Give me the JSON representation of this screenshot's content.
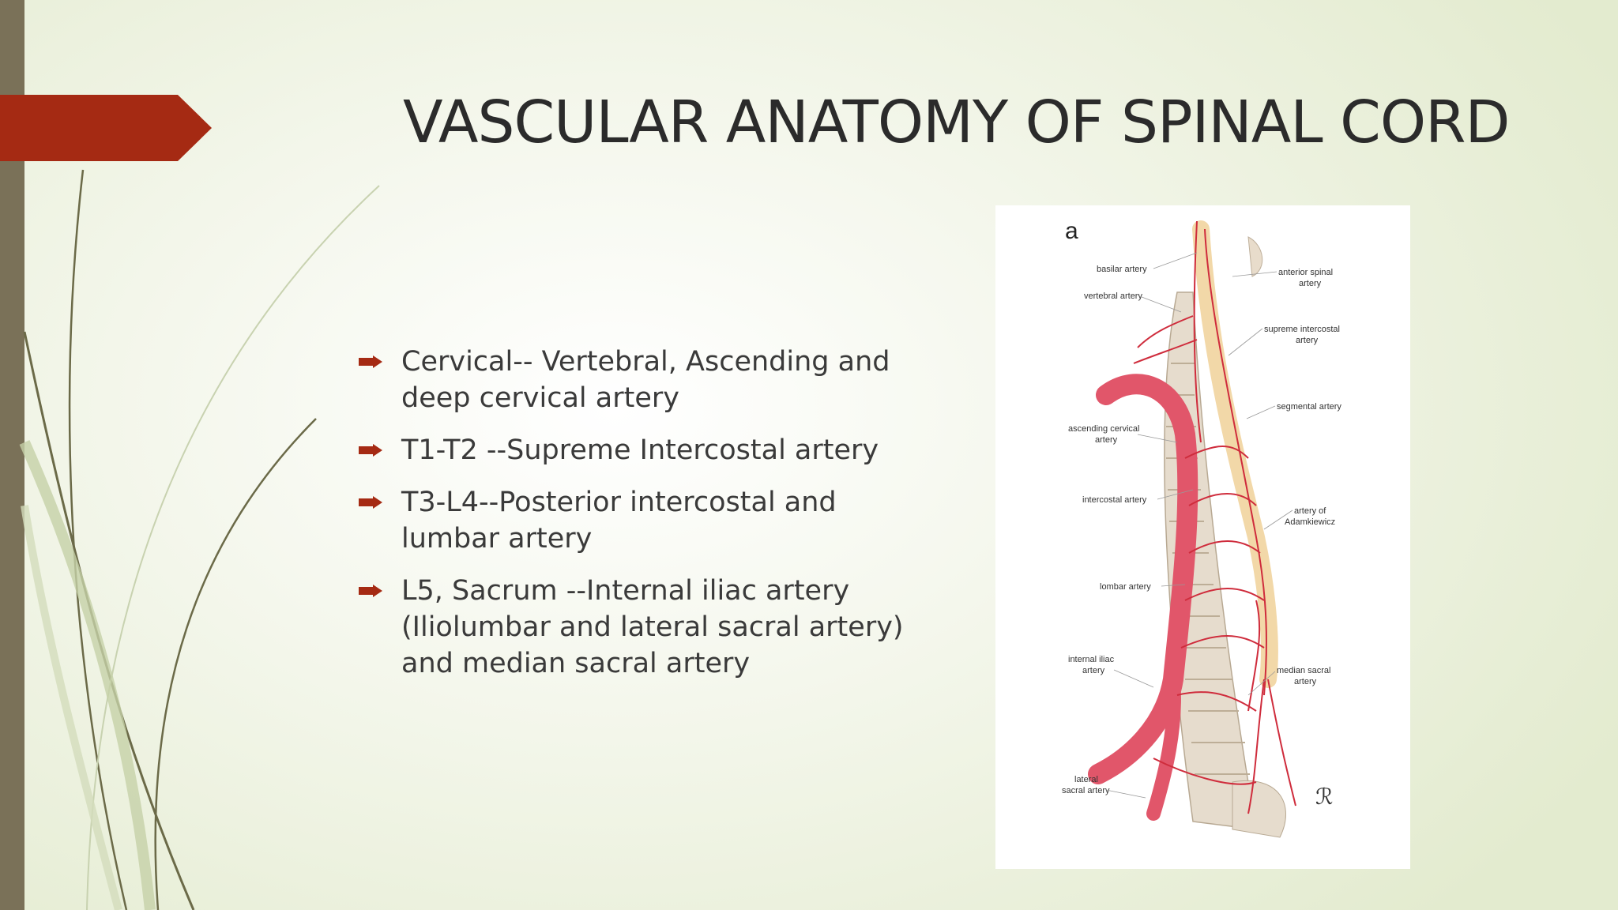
{
  "slide": {
    "title": "VASCULAR ANATOMY OF SPINAL CORD",
    "accent_color": "#a52a13",
    "bar_color": "#7a7158",
    "bullet_icon": "right-arrow-bullet-icon",
    "bullets": [
      {
        "line1": "Cervical-- Vertebral, Ascending and",
        "line2": "deep cervical artery"
      },
      {
        "line1": "T1-T2 --Supreme Intercostal artery"
      },
      {
        "line1": "T3-L4--Posterior intercostal and",
        "line2": "lumbar artery"
      },
      {
        "line1": "L5, Sacrum --Internal iliac artery",
        "line2": "(Iliolumbar and lateral sacral artery)",
        "line3": "and median sacral artery"
      }
    ]
  },
  "figure": {
    "panel_letter": "a",
    "labels": {
      "basilar": "basilar artery",
      "vertebral": "vertebral artery",
      "anterior_spinal_1": "anterior spinal",
      "anterior_spinal_2": "artery",
      "supreme_1": "supreme intercostal",
      "supreme_2": "artery",
      "segmental": "segmental artery",
      "ascending_1": "ascending cervical",
      "ascending_2": "artery",
      "intercostal": "intercostal artery",
      "adamkiewicz_1": "artery of",
      "adamkiewicz_2": "Adamkiewicz",
      "lombar": "lombar artery",
      "iliac_1": "internal iliac",
      "iliac_2": "artery",
      "median_1": "median sacral",
      "median_2": "artery",
      "lateral_1": "lateral",
      "lateral_2": "sacral artery"
    }
  }
}
